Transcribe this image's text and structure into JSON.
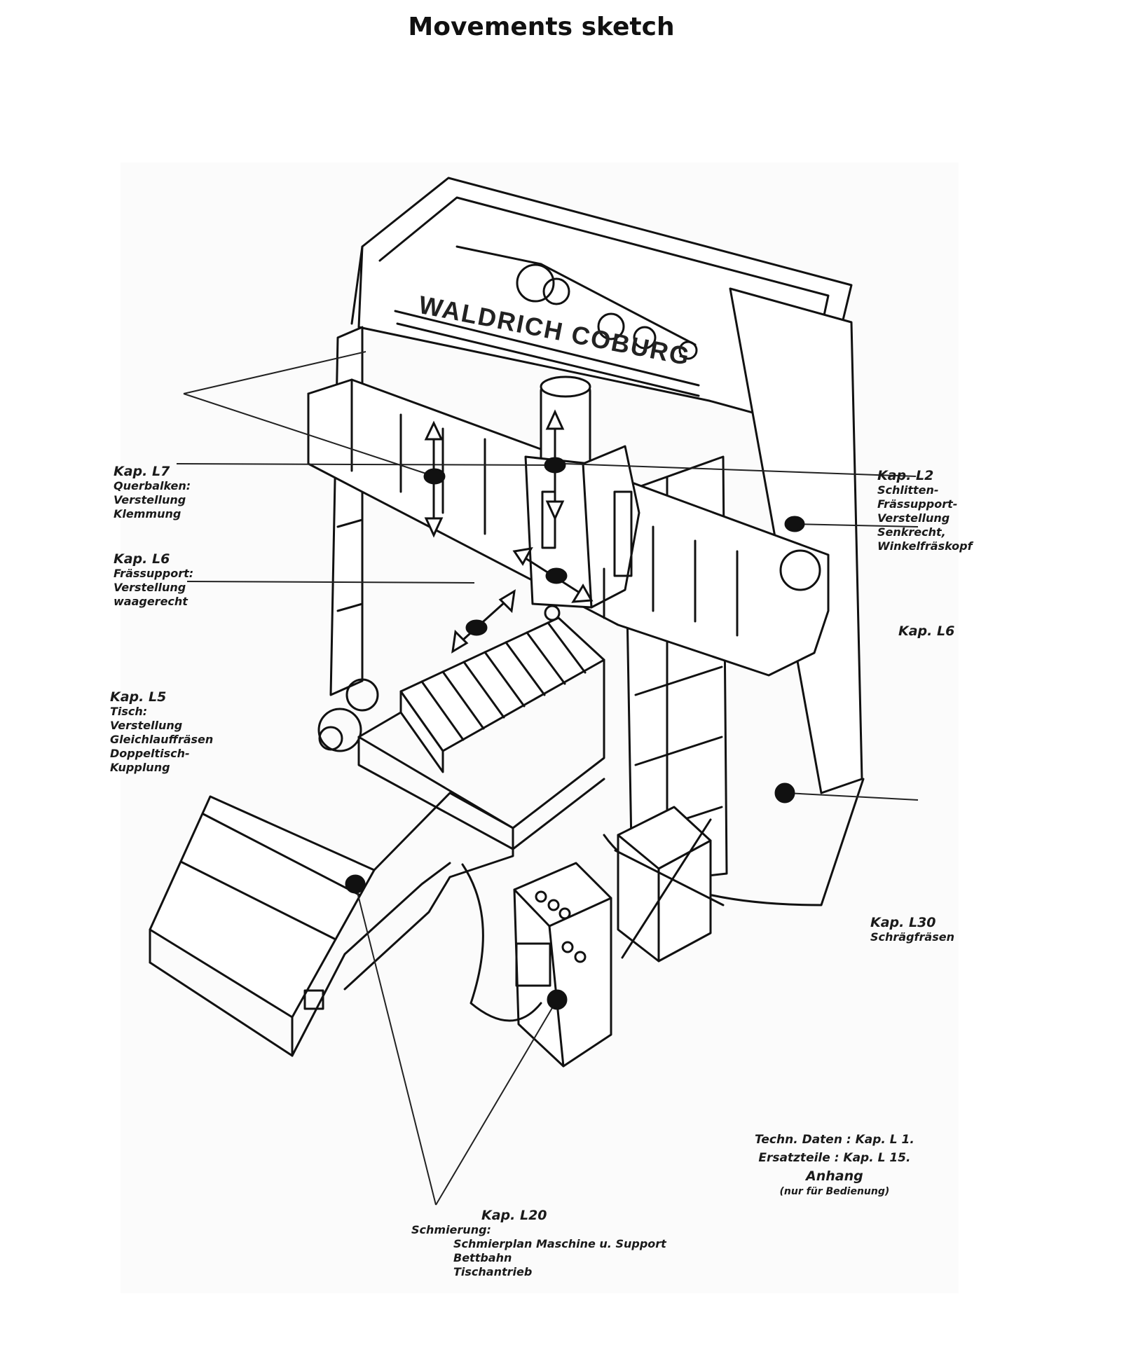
{
  "title": "Movements sketch",
  "sketch": {
    "brand": "WALDRICH COBURG",
    "labels": {
      "l7": {
        "heading": "Kap. L7",
        "lines": [
          "Querbalken:",
          "Verstellung",
          "Klemmung"
        ]
      },
      "l6_left": {
        "heading": "Kap. L6",
        "lines": [
          "Frässupport:",
          "Verstellung",
          "waagerecht"
        ]
      },
      "l5": {
        "heading": "Kap. L5",
        "lines": [
          "Tisch:",
          "Verstellung",
          "Gleichlauffräsen",
          "Doppeltisch-",
          "Kupplung"
        ]
      },
      "l2": {
        "heading": "Kap. L2",
        "lines": [
          "Schlitten-",
          "Frässupport-",
          "Verstellung",
          "Senkrecht,",
          "Winkelfräskopf"
        ]
      },
      "l6_right": {
        "heading": "Kap. L6"
      },
      "l30": {
        "heading": "Kap. L30",
        "lines": [
          "Schrägfräsen"
        ]
      },
      "l20": {
        "heading": "Kap. L20",
        "lines": [
          "Schmierung:",
          "Schmierplan   Maschine   u. Support",
          "Bettbahn",
          "Tischantrieb"
        ]
      },
      "appendix": {
        "lines": [
          "Techn. Daten   :   Kap.   L 1.",
          "Ersatzteile   :   Kap.   L 15.",
          "Anhang",
          "(nur für Bedienung)"
        ]
      }
    }
  }
}
